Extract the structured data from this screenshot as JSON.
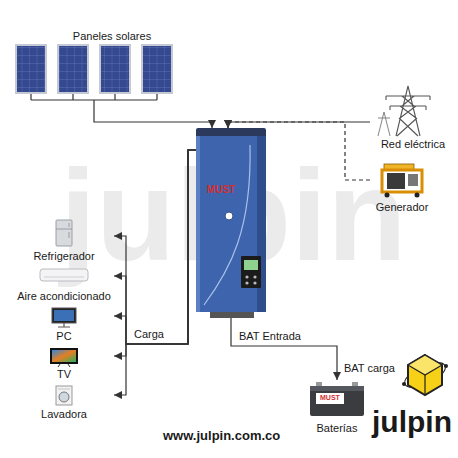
{
  "diagram": {
    "nodes": [
      {
        "text": [
          "Paneles solares"
        ]
      },
      {
        "text": [
          "MUST"
        ]
      },
      {
        "text": [
          "Red eléctrica"
        ]
      },
      {
        "text": [
          "Generador"
        ]
      },
      {
        "text": [
          "Refrigerador"
        ]
      },
      {
        "text": [
          "Aire acondicionado"
        ]
      },
      {
        "text": [
          "PC"
        ]
      },
      {
        "text": [
          "TV"
        ]
      },
      {
        "text": [
          "Lavadora"
        ]
      },
      {
        "text": [
          "Baterías"
        ]
      }
    ],
    "edges": [
      {
        "from": 0,
        "to": 1,
        "arrow": "to"
      },
      {
        "from": 2,
        "to": 1,
        "arrow": "to"
      },
      {
        "from": 3,
        "to": 1,
        "arrow": "to"
      },
      {
        "from": 1,
        "to": 4,
        "arrow": "to"
      },
      {
        "from": 1,
        "to": 5,
        "arrow": "to"
      },
      {
        "from": 1,
        "to": 6,
        "arrow": "to"
      },
      {
        "from": 1,
        "to": 7,
        "arrow": "to"
      },
      {
        "from": 1,
        "to": 8,
        "arrow": "to"
      },
      {
        "from": 1,
        "to": 9,
        "arrow": "to",
        "label": "BAT Entrada"
      }
    ],
    "labels": [
      "julpin",
      "Carga",
      "BAT carga",
      "www.julpin.com.co",
      "julpin",
      "MUST"
    ]
  }
}
